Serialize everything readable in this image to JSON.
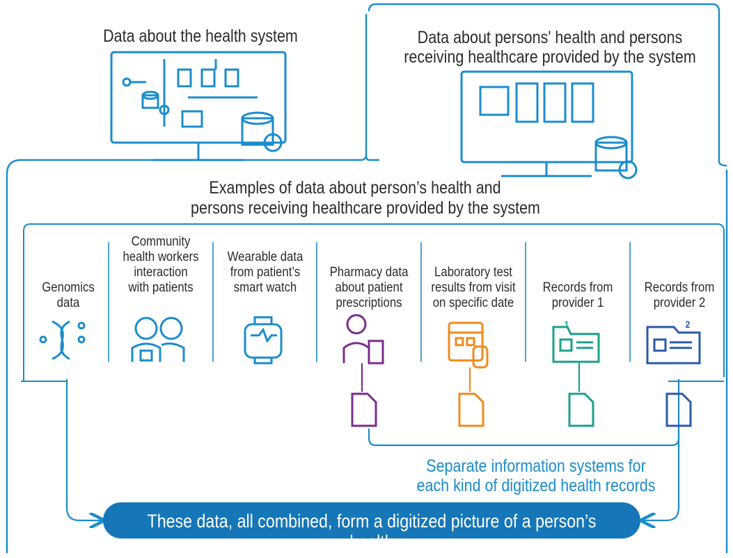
{
  "top_panels": {
    "health_system_title": "Data about the health system",
    "persons_title_line1": "Data about persons' health and persons",
    "persons_title_line2": "receiving healthcare provided by the system"
  },
  "examples": {
    "title_line1": "Examples of data about person’s health and",
    "title_line2": "persons receiving healthcare provided by the system"
  },
  "columns": [
    {
      "lines": [
        "Genomics",
        "data"
      ],
      "icon": "dna-icon",
      "color": "#1a8ccc"
    },
    {
      "lines": [
        "Community",
        "health workers",
        "interaction",
        "with patients"
      ],
      "icon": "health-workers-icon",
      "color": "#1a8ccc"
    },
    {
      "lines": [
        "Wearable data",
        "from patient’s",
        "smart watch"
      ],
      "icon": "smart-watch-icon",
      "color": "#1a8ccc"
    },
    {
      "lines": [
        "Pharmacy data",
        "about patient",
        "prescriptions"
      ],
      "icon": "pharmacist-icon",
      "color": "#7a2d8c"
    },
    {
      "lines": [
        "Laboratory test",
        "results from visit",
        "on specific date"
      ],
      "icon": "lab-calendar-icon",
      "color": "#f08a1c"
    },
    {
      "lines": [
        "Records from",
        "provider 1"
      ],
      "icon": "folder-record-1-icon",
      "color": "#1aa08c"
    },
    {
      "lines": [
        "Records from",
        "provider 2"
      ],
      "icon": "folder-record-2-icon",
      "color": "#2a5aa8"
    }
  ],
  "folder_numbers": [
    "1",
    "2"
  ],
  "separate_systems_line1": "Separate information systems for",
  "separate_systems_line2": "each kind of digitized health records",
  "banner": "These data, all combined, form a digitized picture of a person’s health",
  "colors": {
    "accent": "#1a8ccc",
    "banner": "#1577b8",
    "pharmacy": "#7a2d8c",
    "lab": "#f08a1c",
    "provider1": "#1aa08c",
    "provider2": "#2a5aa8"
  }
}
